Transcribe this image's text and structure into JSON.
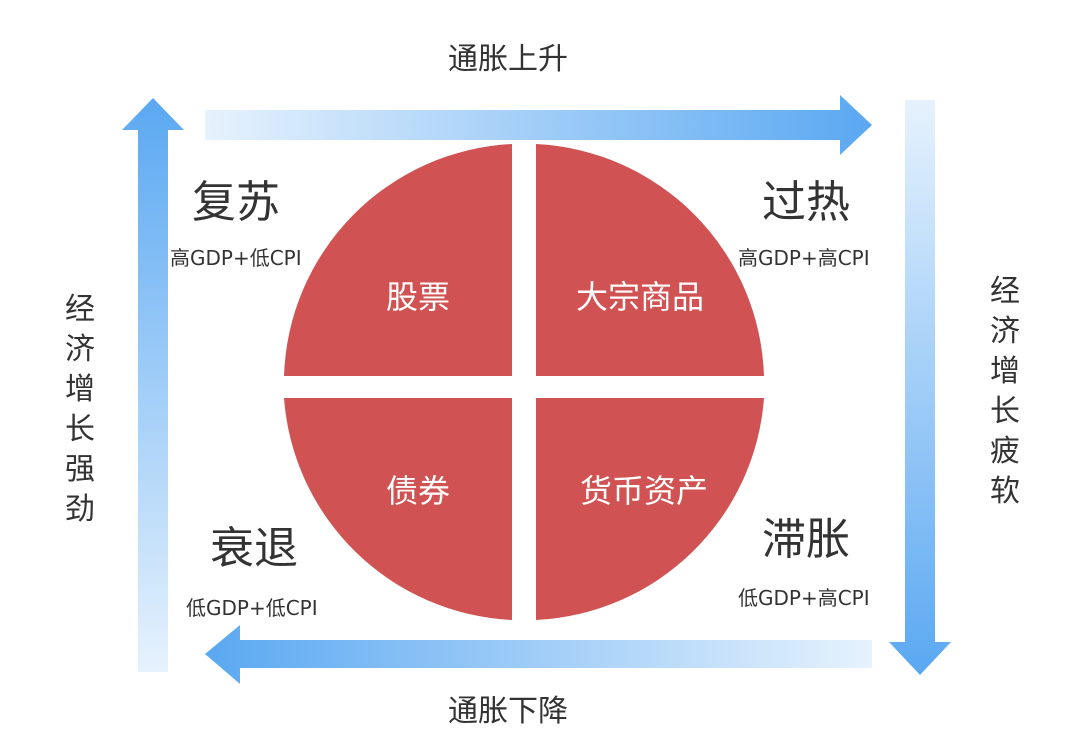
{
  "axes": {
    "top": "通胀上升",
    "bottom": "通胀下降",
    "left": "经济增长强劲",
    "right": "经济增长疲软"
  },
  "phases": [
    {
      "name": "复苏",
      "condition": "高GDP+低CPI",
      "asset": "股票"
    },
    {
      "name": "过热",
      "condition": "高GDP+高CPI",
      "asset": "大宗商品"
    },
    {
      "name": "衰退",
      "condition": "低GDP+低CPI",
      "asset": "债券"
    },
    {
      "name": "滞胀",
      "condition": "低GDP+高CPI",
      "asset": "货币资产"
    }
  ],
  "colors": {
    "quadrant": "#d15252",
    "arrow": "#5aa8f2",
    "arrow_light": "#e6f2fd"
  }
}
